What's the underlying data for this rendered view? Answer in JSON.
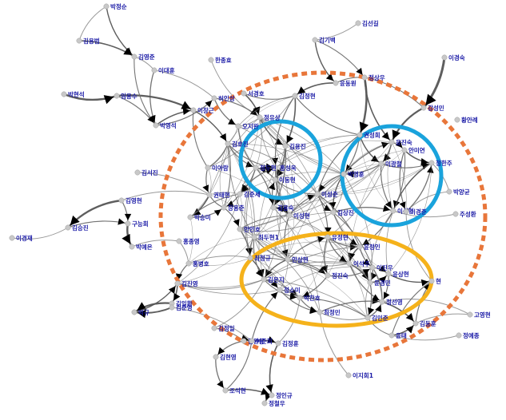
{
  "colors": {
    "label": "#1a1aa6",
    "node": "#c8c8c8",
    "edge": "#6e6e6e",
    "outer_ring": "#e8763a",
    "cluster_blue": "#1aa3dc",
    "cluster_yellow": "#f5b21b"
  },
  "nodes": [
    {
      "id": "n1",
      "label": "박정순"
    },
    {
      "id": "n2",
      "label": "김용범"
    },
    {
      "id": "n3",
      "label": "김영준"
    },
    {
      "id": "n4",
      "label": "이대훈"
    },
    {
      "id": "n5",
      "label": "박현석"
    },
    {
      "id": "n6",
      "label": "임용수"
    },
    {
      "id": "n7",
      "label": "박영석"
    },
    {
      "id": "n8",
      "label": "한종효"
    },
    {
      "id": "n9",
      "label": "김선길"
    },
    {
      "id": "n10",
      "label": "김기백"
    },
    {
      "id": "n11",
      "label": "윤동원"
    },
    {
      "id": "n12",
      "label": "정상우"
    },
    {
      "id": "n13",
      "label": "이경숙"
    },
    {
      "id": "n14",
      "label": "강성민"
    },
    {
      "id": "n15",
      "label": "황안례"
    },
    {
      "id": "n16",
      "label": "서경호"
    },
    {
      "id": "n17",
      "label": "허인성"
    },
    {
      "id": "n18",
      "label": "이창근"
    },
    {
      "id": "n19",
      "label": "정유상"
    },
    {
      "id": "n20",
      "label": "김정현"
    },
    {
      "id": "n21",
      "label": "오지완"
    },
    {
      "id": "n22",
      "label": "김호진"
    },
    {
      "id": "n23",
      "label": "김용진"
    },
    {
      "id": "n24",
      "label": "홍성욱"
    },
    {
      "id": "n25",
      "label": "김서진"
    },
    {
      "id": "n26",
      "label": "김영현"
    },
    {
      "id": "n27",
      "label": "이경재"
    },
    {
      "id": "n28",
      "label": "김승진"
    },
    {
      "id": "n29",
      "label": "구능희"
    },
    {
      "id": "n30",
      "label": "박예은"
    },
    {
      "id": "n31",
      "label": "이아람"
    },
    {
      "id": "n32",
      "label": "권태현"
    },
    {
      "id": "n33",
      "label": "박승미"
    },
    {
      "id": "n34",
      "label": "장용준"
    },
    {
      "id": "n35",
      "label": "권성희"
    },
    {
      "id": "n36",
      "label": "윤진숙"
    },
    {
      "id": "n37",
      "label": "안미연"
    },
    {
      "id": "n38",
      "label": "이광철"
    },
    {
      "id": "n39",
      "label": "박영훈"
    },
    {
      "id": "n40",
      "label": "정한주"
    },
    {
      "id": "n41",
      "label": "박양균"
    },
    {
      "id": "n42",
      "label": "주성환"
    },
    {
      "id": "n43",
      "label": "이성준"
    },
    {
      "id": "n44",
      "label": "김상진"
    },
    {
      "id": "n45",
      "label": "이성현"
    },
    {
      "id": "n46",
      "label": "안인호"
    },
    {
      "id": "n47",
      "label": "최두현1"
    },
    {
      "id": "n48",
      "label": "홍종영"
    },
    {
      "id": "n49",
      "label": "홍병호"
    },
    {
      "id": "n50",
      "label": "김진영"
    },
    {
      "id": "n51",
      "label": "김일환"
    },
    {
      "id": "n52",
      "label": "김준영"
    },
    {
      "id": "n53",
      "label": "박규"
    },
    {
      "id": "n54",
      "label": "김정일"
    },
    {
      "id": "n55",
      "label": "김원용"
    },
    {
      "id": "n56",
      "label": "김현영"
    },
    {
      "id": "n57",
      "label": "조석현"
    },
    {
      "id": "n58",
      "label": "정인규"
    },
    {
      "id": "n59",
      "label": "정철우"
    },
    {
      "id": "n60",
      "label": "여준희"
    },
    {
      "id": "n61",
      "label": "김정훈"
    },
    {
      "id": "n62",
      "label": "이지희1"
    },
    {
      "id": "n63",
      "label": "최정민"
    },
    {
      "id": "n64",
      "label": "김은지"
    },
    {
      "id": "n65",
      "label": "안상현"
    },
    {
      "id": "n66",
      "label": "윤정인"
    },
    {
      "id": "n67",
      "label": "정소미"
    },
    {
      "id": "n68",
      "label": "고영현"
    },
    {
      "id": "n69",
      "label": "정예종"
    },
    {
      "id": "n70",
      "label": "김민준"
    },
    {
      "id": "n71",
      "label": "최정규"
    },
    {
      "id": "n72",
      "label": "윤상현"
    },
    {
      "id": "n73",
      "label": "정선영"
    },
    {
      "id": "n74",
      "label": "윤태"
    },
    {
      "id": "n75",
      "label": "김동훈"
    },
    {
      "id": "n76",
      "label": "유정현"
    },
    {
      "id": "n77",
      "label": "이석주"
    },
    {
      "id": "n78",
      "label": "윤경민"
    },
    {
      "id": "n79",
      "label": "김용숙"
    },
    {
      "id": "n80",
      "label": "이동현"
    },
    {
      "id": "n81",
      "label": "정두현"
    },
    {
      "id": "n82",
      "label": "이성현"
    },
    {
      "id": "n83",
      "label": "김준세"
    },
    {
      "id": "n84",
      "label": "이경준"
    },
    {
      "id": "n85",
      "label": "정진숙"
    },
    {
      "id": "n86",
      "label": "박찬호"
    },
    {
      "id": "n87",
      "label": "이진우"
    },
    {
      "id": "n88",
      "label": "현"
    }
  ]
}
